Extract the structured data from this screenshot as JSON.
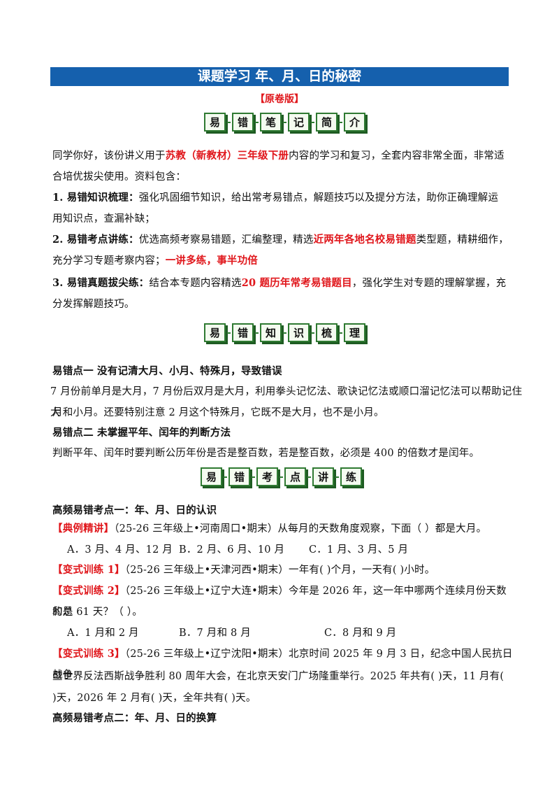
{
  "title": "课题学习  年、月、日的秘密",
  "subtitle": "【原卷版】",
  "banners": {
    "intro": [
      "易",
      "错",
      "笔",
      "记",
      "简",
      "介"
    ],
    "knowledge": [
      "易",
      "错",
      "知",
      "识",
      "梳",
      "理"
    ],
    "practice": [
      "易",
      "错",
      "考",
      "点",
      "讲",
      "练"
    ]
  },
  "intro": {
    "l1a": "同学你好，该份讲义用于",
    "l1red": "苏教（新教材）三年级下册",
    "l1b": "内容的学习和复习，全套内容非常全面，非常适",
    "l2": "合培优拔尖使用。资料包含：",
    "i1_head": "1. 易错知识梳理：",
    "i1a": "强化巩固细节知识，给出常考易错点，解题技巧以及提分方法，助你正确理解运",
    "i1b": "用知识点，查漏补缺；",
    "i2_head": "2. 易错考点讲练：",
    "i2a": "优选高频考察易错题，汇编整理，精选",
    "i2red": "近两年各地名校易错题",
    "i2b": "类型题，精耕细作，",
    "i2c": "充分学习专题考察内容；",
    "i2red2": "一讲多练，事半功倍",
    "i3_head": "3. 易错真题拔尖练：",
    "i3a": "结合本专题内容精选",
    "i3red": "20 题历年常考易错题目",
    "i3b": "，强化学生对专题的理解掌握，充",
    "i3c": "分发挥解题技巧。"
  },
  "knowledge": {
    "p1_title": "易错点一  没有记清大月、小月、特殊月，导致错误",
    "p1a": "7 月份前单月是大月，7 月份后双月是大月，利用拳头记忆法、歌诀记忆法或顺口溜记忆法可以帮助记住大",
    "p1b": "月和小月。还要特别注意 2 月这个特殊月，它既不是大月，也不是小月。",
    "p2_title": "易错点二  未掌握平年、闰年的判断方法",
    "p2a": "判断平年、闰年时要判断公历年份是否是整百数，若是整百数，必须是 400 的倍数才是闰年。"
  },
  "practice": {
    "k1_title": "高频易错考点一：年、月、日的认识",
    "ex_tag": "【典例精讲】",
    "ex_text": "（25-26 三年级上•河南周口•期末）从每月的天数角度观察，下面（           ）都是大月。",
    "ex_opts": [
      "A．3 月、4 月、12 月",
      "B．2 月、6 月、10 月",
      "C．1 月、3 月、5 月"
    ],
    "v1_tag": "【变式训练 1】",
    "v1_text": "（25-26 三年级上•天津河西•期末）一年有(         )个月，一天有(         )小时。",
    "v2_tag": "【变式训练 2】",
    "v2_text": "（25-26 三年级上•辽宁大连•期末）今年是 2026 年，这一年中哪两个连续月份天数的总",
    "v2_text2": "和是 61 天？（             ）。",
    "v2_opts": [
      "A．1 月和 2 月",
      "B．7 月和 8 月",
      "C．8 月和 9 月"
    ],
    "v3_tag": "【变式训练 3】",
    "v3_text": "（25-26 三年级上•辽宁沈阳•期末）北京时间 2025 年 9 月 3 日，纪念中国人民抗日战争",
    "v3_text2": "暨世界反法西斯战争胜利 80 周年大会，在北京天安门广场隆重举行。2025 年共有(         )天，11 月有(",
    "v3_text3": ")天，2026 年 2 月有(          )天，全年共有(          )天。",
    "k2_title": "高频易错考点二：年、月、日的换算"
  }
}
